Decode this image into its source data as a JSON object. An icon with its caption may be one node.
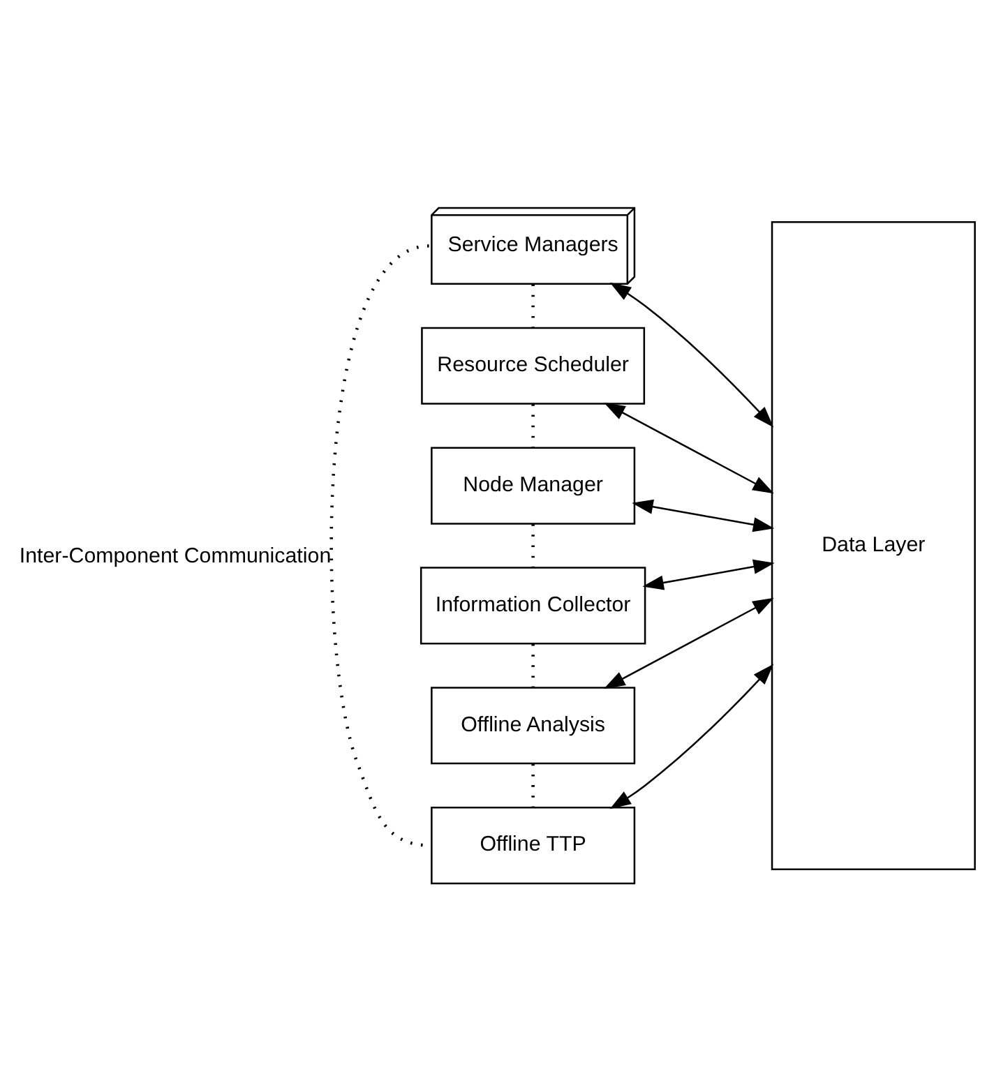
{
  "diagram": {
    "nodes": [
      {
        "text": [
          "Service Managers"
        ]
      },
      {
        "text": [
          "Resource Scheduler"
        ]
      },
      {
        "text": [
          "Node Manager"
        ]
      },
      {
        "text": [
          "Information Collector"
        ]
      },
      {
        "text": [
          "Offline Analysis"
        ]
      },
      {
        "text": [
          "Offline TTP"
        ]
      },
      {
        "text": [
          "Data Layer"
        ]
      }
    ],
    "edges": [
      {
        "from": 0,
        "to": 6,
        "arrow": "both"
      },
      {
        "from": 1,
        "to": 6,
        "arrow": "both"
      },
      {
        "from": 2,
        "to": 6,
        "arrow": "both"
      },
      {
        "from": 3,
        "to": 6,
        "arrow": "both"
      },
      {
        "from": 4,
        "to": 6,
        "arrow": "both"
      },
      {
        "from": 5,
        "to": 6,
        "arrow": "both"
      },
      {
        "from": 0,
        "to": 1,
        "arrow": "none",
        "style": "dashed"
      },
      {
        "from": 1,
        "to": 2,
        "arrow": "none",
        "style": "dashed"
      },
      {
        "from": 2,
        "to": 3,
        "arrow": "none",
        "style": "dashed"
      },
      {
        "from": 3,
        "to": 4,
        "arrow": "none",
        "style": "dashed"
      },
      {
        "from": 4,
        "to": 5,
        "arrow": "none",
        "style": "dashed"
      },
      {
        "from": 0,
        "to": 5,
        "arrow": "none",
        "style": "dashed",
        "label": "Inter-Component Communication"
      }
    ]
  }
}
